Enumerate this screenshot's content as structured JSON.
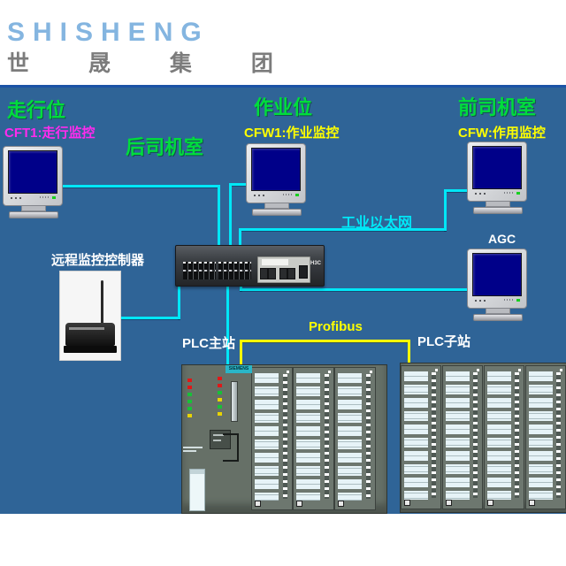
{
  "header": {
    "logo_en": "SHISHENG",
    "logo_cn": "世 晟 集 团"
  },
  "labels": {
    "station_walk": "走行位",
    "walk_monitor": "CFT1:走行监控",
    "cab_rear": "后司机室",
    "station_work": "作业位",
    "work_monitor": "CFW1:作业监控",
    "cab_front": "前司机室",
    "front_monitor": "CFW:作用监控",
    "ethernet": "工业以太网",
    "remote_controller": "远程监控控制器",
    "agc": "AGC",
    "plc_master": "PLC主站",
    "profibus": "Profibus",
    "plc_slave": "PLC子站"
  },
  "devices": {
    "switch_brand": "H3C",
    "plc_brand": "SIEMENS"
  },
  "colors": {
    "background": "#2f6497",
    "line_cyan": "#00e7f7",
    "line_yellow": "#ffff00",
    "label_green": "#00dd3c",
    "label_magenta": "#ff2bee",
    "label_yellow": "#ffff00",
    "label_white": "#ffffff",
    "logo_blue": "#84b5e0",
    "logo_gray": "#7c7c7c",
    "screen_navy": "#000089",
    "header_rule_blue": "#1b53a6"
  }
}
